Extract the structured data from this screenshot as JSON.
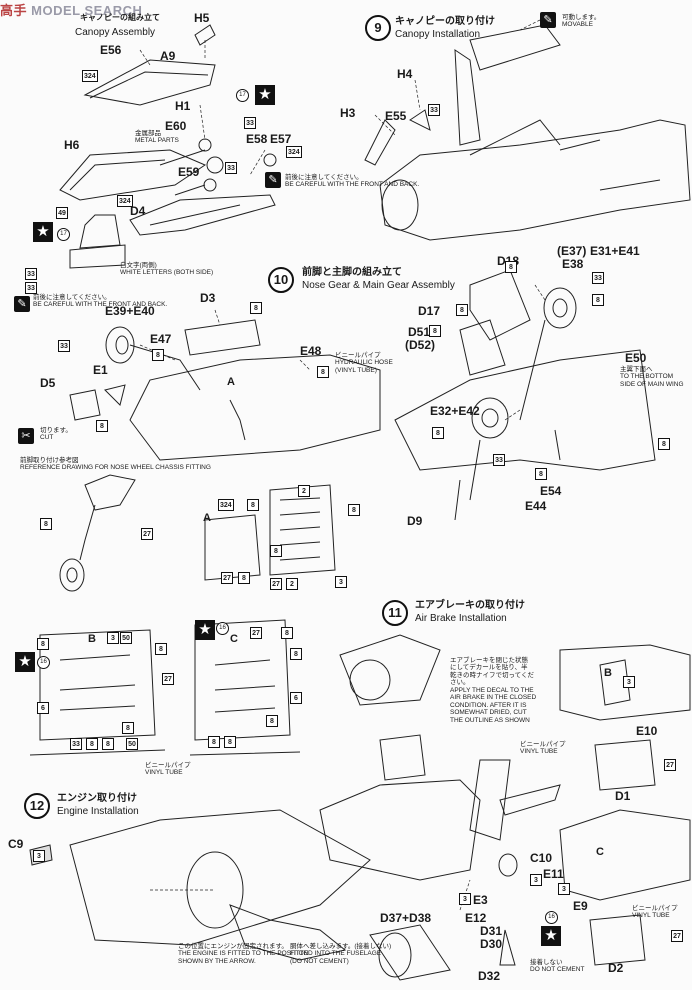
{
  "watermark": {
    "text": "MODEL SEARCH",
    "prefix": "高手"
  },
  "steps": {
    "s8": {
      "title_en": "Canopy Assembly",
      "title_jp": "キャノピーの組み立て"
    },
    "s9": {
      "number": "9",
      "title_jp": "キャノピーの取り付け",
      "title_en": "Canopy Installation"
    },
    "s10": {
      "number": "10",
      "title_jp": "前脚と主脚の組み立て",
      "title_en": "Nose Gear & Main Gear Assembly"
    },
    "s11": {
      "number": "11",
      "title_jp": "エアブレーキの取り付け",
      "title_en": "Air Brake Installation"
    },
    "s12": {
      "number": "12",
      "title_jp": "エンジン取り付け",
      "title_en": "Engine Installation"
    }
  },
  "parts": {
    "h5": "H5",
    "e56": "E56",
    "a9": "A9",
    "h1": "H1",
    "e60": "E60",
    "e58": "E58",
    "e57": "E57",
    "h6": "H6",
    "e59": "E59",
    "d4": "D4",
    "h4": "H4",
    "h3": "H3",
    "e55": "E55",
    "d18": "D18",
    "e37": "(E37)",
    "e38": "E38",
    "e31e41": "E31+E41",
    "d17": "D17",
    "d51": "D51",
    "d52": "(D52)",
    "e39e40": "E39+E40",
    "d3": "D3",
    "e47": "E47",
    "e48": "E48",
    "e1": "E1",
    "d5": "D5",
    "e50": "E50",
    "e32e42": "E32+E42",
    "e54": "E54",
    "e44": "E44",
    "d9": "D9",
    "e10": "E10",
    "d1": "D1",
    "c9": "C9",
    "c10": "C10",
    "e11": "E11",
    "e3": "E3",
    "e12": "E12",
    "e9": "E9",
    "d37d38": "D37+D38",
    "d31": "D31",
    "d30": "D30",
    "d32": "D32",
    "d2": "D2",
    "a": "A",
    "b": "B",
    "c": "C"
  },
  "notes": {
    "movable_jp": "可動します。",
    "movable_en": "MOVABLE",
    "metal_jp": "金属部品",
    "metal_en": "METAL PARTS",
    "careful_jp": "前後に注意してください。",
    "careful_en": "BE CAREFUL WITH THE FRONT AND BACK.",
    "careful2_jp": "前後に注意してください。",
    "careful2_en": "BE CAREFUL WITH THE FRONT AND BACK.",
    "white_jp": "白文字(両側)",
    "white_en": "WHITE LETTERS (BOTH SIDE)",
    "cut_jp": "切ります。",
    "cut_en": "CUT",
    "hose_jp": "ビニールパイプ",
    "hose_en1": "HYDRAULIC HOSE",
    "hose_en2": "(VINYL TUBE)",
    "wing_jp": "主翼下面へ",
    "wing_en1": "TO THE BOTTOM",
    "wing_en2": "SIDE OF MAIN WING",
    "ref_jp": "前脚取り付け参考図",
    "ref_en": "REFERENCE DRAWING FOR NOSE WHEEL CHASSIS FITTING",
    "vinyl_jp": "ビニールパイプ",
    "vinyl_en": "VINYL TUBE",
    "vinyl2_jp": "ビニールパイプ",
    "vinyl2_en": "VINYL TUBE",
    "vinyl3_jp": "ビニールパイプ",
    "vinyl3_en": "VINYL TUBE",
    "airbrake_jp1": "エアブレーキを閉じた状態",
    "airbrake_jp2": "にしてデカールを貼り、半",
    "airbrake_jp3": "乾きの時ナイフで切ってくだ",
    "airbrake_jp4": "さい。",
    "airbrake_en1": "APPLY THE DECAL TO THE",
    "airbrake_en2": "AIR BRAKE IN THE CLOSED",
    "airbrake_en3": "CONDITION. AFTER IT IS",
    "airbrake_en4": "SOMEWHAT DRIED, CUT",
    "airbrake_en5": "THE OUTLINE AS SHOWN",
    "engine_jp": "この位置にエンジンが固定されます。",
    "engine_en1": "THE ENGINE IS FITTED TO THE POSITION",
    "engine_en2": "SHOWN BY THE ARROW.",
    "fuse_jp": "胴体へ差し込みます。",
    "fuse_jp2": "(接着しない)",
    "fuse_en1": "FITTED INTO THE FUSELAGE",
    "fuse_en2": "(DO NOT CEMENT)",
    "noglue_jp": "接着しない",
    "noglue_en": "DO NOT CEMENT"
  },
  "callouts": {
    "c324": "324",
    "c33": "33",
    "c17": "17",
    "c49": "49",
    "c8": "8",
    "c2": "2",
    "c27": "27",
    "c3": "3",
    "c50": "50",
    "c16": "16",
    "c6": "6"
  },
  "icons": {
    "star": "star-icon",
    "warning": "paint-brush-warning-icon",
    "cut": "cut-icon"
  }
}
